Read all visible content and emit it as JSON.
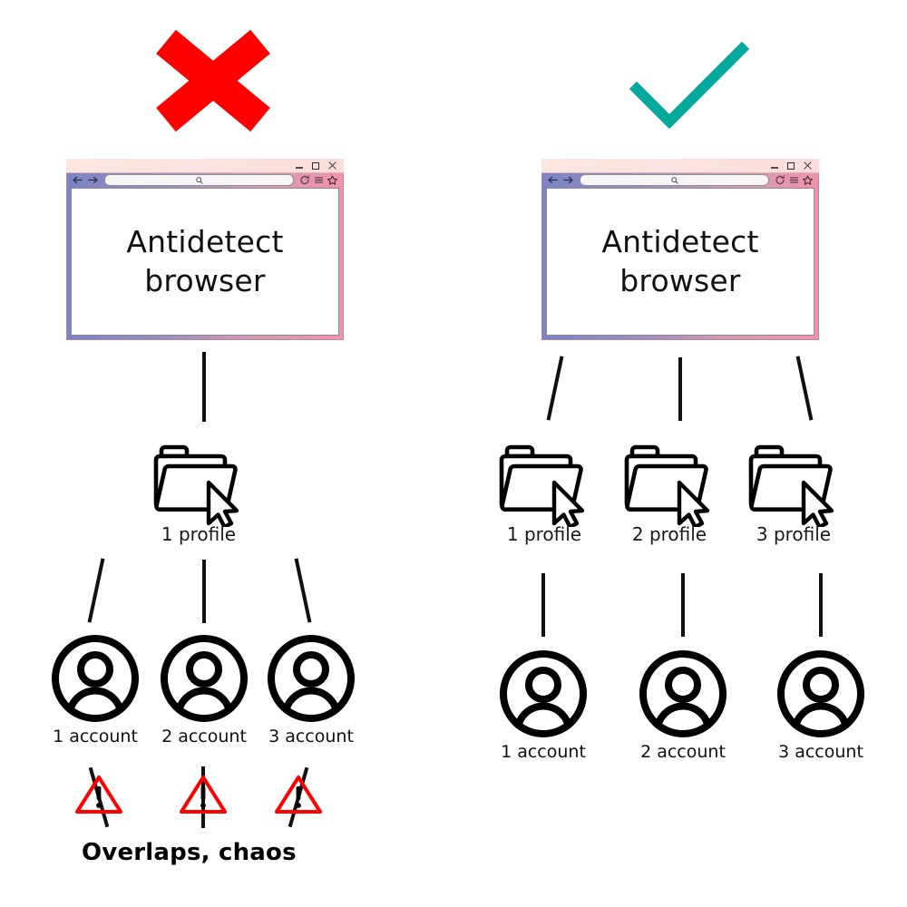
{
  "diagram": {
    "title": "Antidetect browser profile isolation comparison",
    "colors": {
      "cross_red": "#FF0000",
      "check_teal": "#00A99D",
      "warning_red": "#FF0000",
      "browser_gradient_left": "#7B83C6",
      "browser_gradient_right": "#F193AB",
      "titlebar_left": "#FBE6E0",
      "line_black": "#111111"
    }
  },
  "left_panel": {
    "verdict_icon": "cross-icon",
    "verdict_meaning": "wrong",
    "browser": {
      "content_line1": "Antidetect",
      "content_line2": "browser",
      "titlebar_buttons": [
        "minimize-icon",
        "maximize-icon",
        "close-icon"
      ],
      "toolbar_icons": [
        "back-arrow-icon",
        "forward-arrow-icon",
        "search-icon",
        "reload-icon",
        "menu-icon",
        "star-icon"
      ],
      "url_value": ""
    },
    "profiles": [
      {
        "label": "1 profile",
        "icon": "folder-cursor-icon"
      }
    ],
    "accounts": [
      {
        "label": "1 account",
        "icon": "user-circle-icon"
      },
      {
        "label": "2 account",
        "icon": "user-circle-icon"
      },
      {
        "label": "3 account",
        "icon": "user-circle-icon"
      }
    ],
    "warnings": [
      {
        "icon": "warning-triangle-icon"
      },
      {
        "icon": "warning-triangle-icon"
      },
      {
        "icon": "warning-triangle-icon"
      }
    ],
    "footer_text": "Overlaps, chaos"
  },
  "right_panel": {
    "verdict_icon": "check-icon",
    "verdict_meaning": "correct",
    "browser": {
      "content_line1": "Antidetect",
      "content_line2": "browser",
      "titlebar_buttons": [
        "minimize-icon",
        "maximize-icon",
        "close-icon"
      ],
      "toolbar_icons": [
        "back-arrow-icon",
        "forward-arrow-icon",
        "search-icon",
        "reload-icon",
        "menu-icon",
        "star-icon"
      ],
      "url_value": ""
    },
    "profiles": [
      {
        "label": "1 profile",
        "icon": "folder-cursor-icon"
      },
      {
        "label": "2 profile",
        "icon": "folder-cursor-icon"
      },
      {
        "label": "3 profile",
        "icon": "folder-cursor-icon"
      }
    ],
    "accounts": [
      {
        "label": "1 account",
        "icon": "user-circle-icon"
      },
      {
        "label": "2 account",
        "icon": "user-circle-icon"
      },
      {
        "label": "3 account",
        "icon": "user-circle-icon"
      }
    ]
  }
}
